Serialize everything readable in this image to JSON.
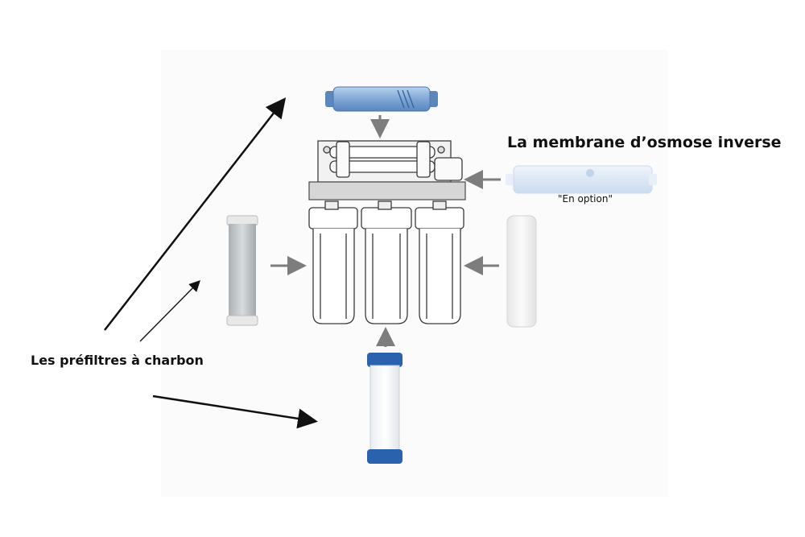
{
  "labels": {
    "membrane": "La membrane d’osmose inverse",
    "optional": "\"En option\"",
    "prefilters": "Les préfiltres à charbon"
  },
  "colors": {
    "inline_filter": "#8fb3da",
    "membrane": "#dce8f7",
    "carbon_block": "#c4c9cc",
    "granular_cap": "#2b62ad",
    "housing_outline": "#3a3a3a",
    "arrow_gray": "#7d7d7d",
    "arrow_black": "#111111"
  }
}
